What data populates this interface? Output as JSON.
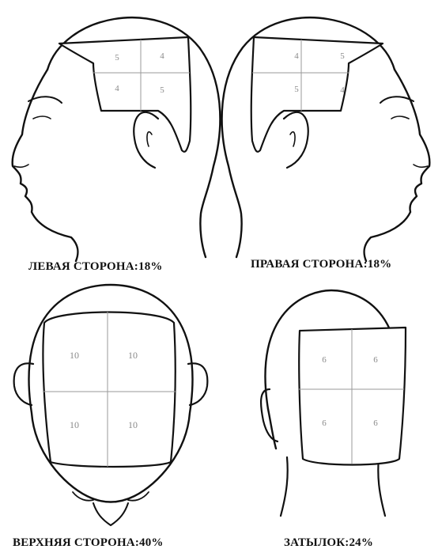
{
  "figures": {
    "left": {
      "caption": "ЛЕВАЯ СТОРОНА:18%",
      "cells": [
        "5",
        "4",
        "4",
        "5"
      ]
    },
    "right": {
      "caption": "ПРАВАЯ СТОРОНА:18%",
      "cells": [
        "4",
        "5",
        "5",
        "4"
      ]
    },
    "top": {
      "caption": "ВЕРХНЯЯ СТОРОНА:40%",
      "cells": [
        "10",
        "10",
        "10",
        "10"
      ]
    },
    "back": {
      "caption": "ЗАТЫЛОК:24%",
      "cells": [
        "6",
        "6",
        "6",
        "6"
      ]
    }
  }
}
